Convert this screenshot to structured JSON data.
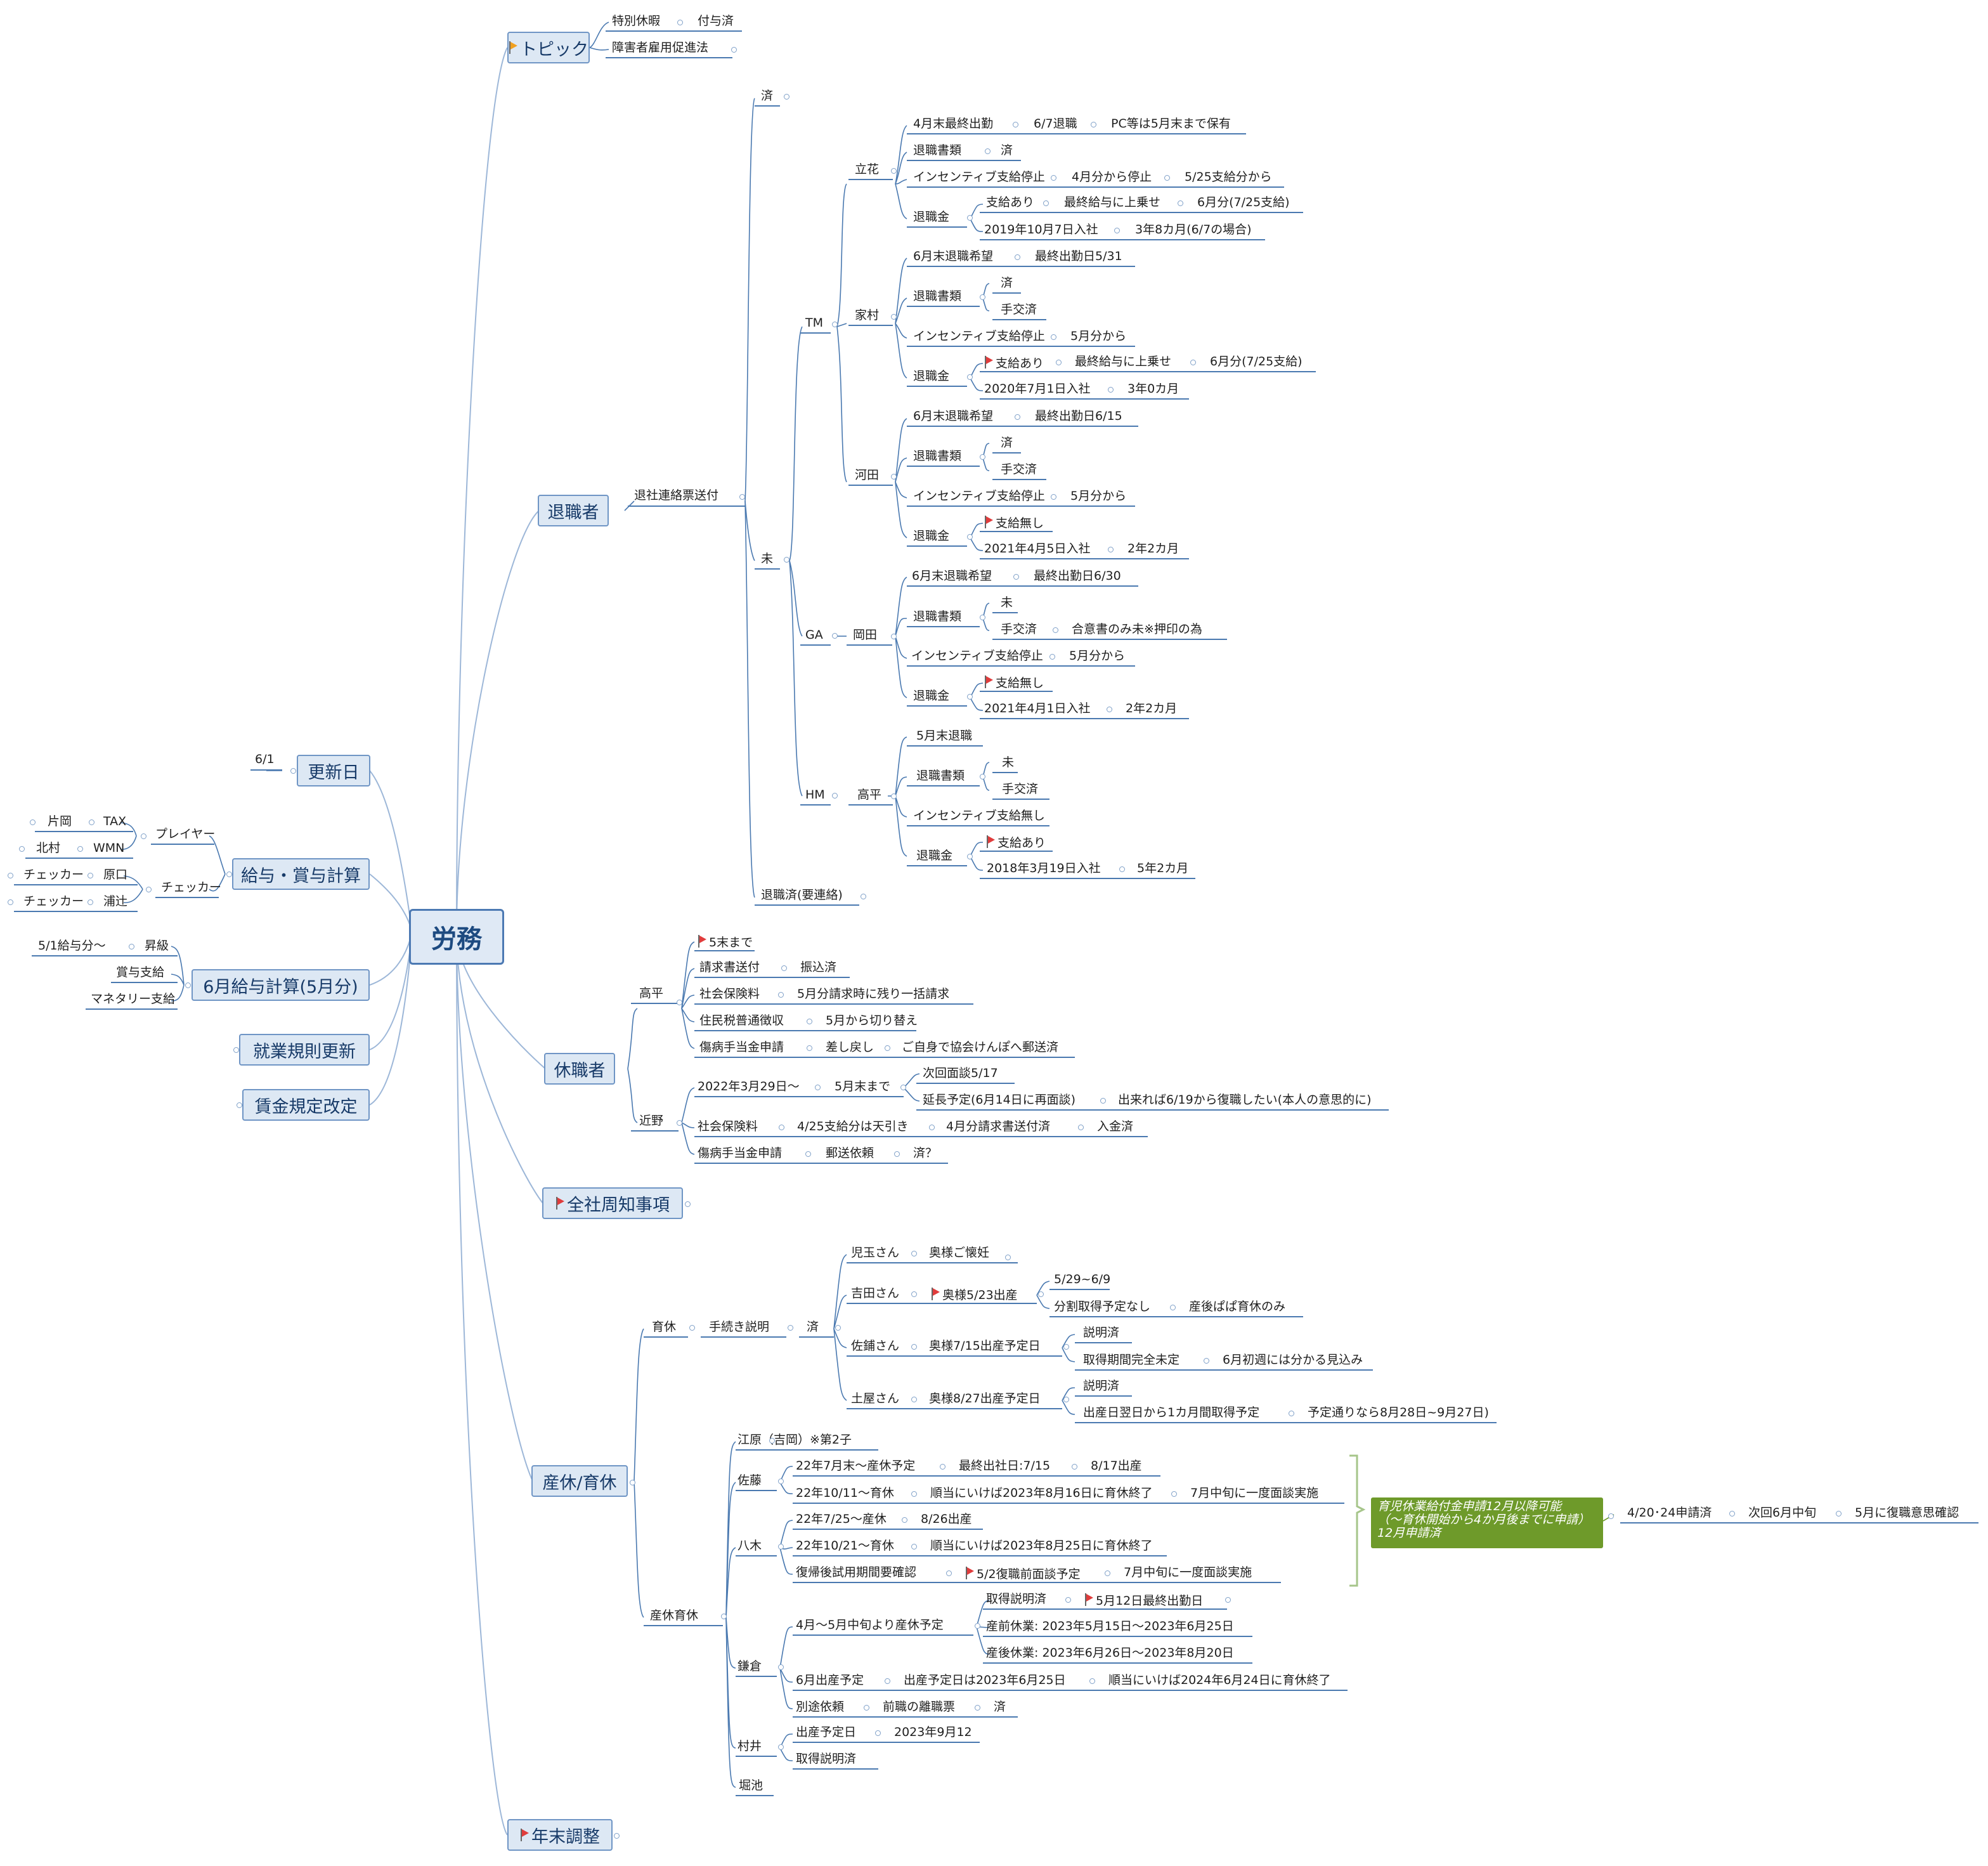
{
  "colors": {
    "accent": "#4a79b0",
    "topic_fill": "#dde8f4",
    "callout_fill": "#6e9a2a",
    "flag_red": "#e03c3c",
    "flag_orange": "#f0a020"
  },
  "center": "労務",
  "right_topics": {
    "topic": "トピック",
    "retirees": "退職者",
    "leave": "休職者",
    "notice": "全社周知事項",
    "maternity": "産休/育休",
    "year_end": "年末調整"
  },
  "left_topics": {
    "update_date": "更新日",
    "payroll": "給与・賞与計算",
    "june_payroll": "6月給与計算(5月分)",
    "rules_update": "就業規則更新",
    "wage_rules": "賃金規定改定"
  },
  "topic_items": [
    "特別休暇",
    "付与済",
    "障害者雇用促進法"
  ],
  "left_items": {
    "update_date": "6/1",
    "player": "プレイヤー",
    "katagiri": "片岡",
    "tax": "TAX",
    "kitamura": "北村",
    "wmn": "WMN",
    "checker": "チェッカー",
    "checker1": "チェッカー",
    "haraguchi": "原口",
    "checker2": "チェッカー",
    "uratsuji": "浦辻",
    "june1": "5/1給与分〜",
    "june1b": "昇級",
    "june2": "賞与支給",
    "june3": "マネタリー支給"
  },
  "retirees": {
    "r0": "退社連絡票送付",
    "done": "済",
    "notyet": "未",
    "retired_contact": "退職済(要連絡)",
    "tm": "TM",
    "ga": "GA",
    "hm": "HM",
    "tachibana": "立花",
    "ta1": "4月末最終出勤",
    "ta1b": "6/7退職",
    "ta1c": "PC等は5月末まで保有",
    "ta2": "退職書類",
    "ta2b": "済",
    "ta3": "インセンティブ支給停止",
    "ta3b": "4月分から停止",
    "ta3c": "5/25支給分から",
    "ta4": "退職金",
    "ta4a": "支給あり",
    "ta4b": "最終給与に上乗せ",
    "ta4c": "6月分(7/25支給)",
    "ta4d": "2019年10月7日入社",
    "ta4e": "3年8カ月(6/7の場合)",
    "iemura": "家村",
    "ie1": "6月末退職希望",
    "ie1b": "最終出勤日5/31",
    "ie2": "退職書類",
    "ie2a": "済",
    "ie2b": "手交済",
    "ie3": "インセンティブ支給停止",
    "ie3b": "5月分から",
    "ie4": "退職金",
    "ie4a": "支給あり",
    "ie4b": "最終給与に上乗せ",
    "ie4c": "6月分(7/25支給)",
    "ie4d": "2020年7月1日入社",
    "ie4e": "3年0カ月",
    "kawada": "河田",
    "ka1": "6月末退職希望",
    "ka1b": "最終出勤日6/15",
    "ka2": "退職書類",
    "ka2a": "済",
    "ka2b": "手交済",
    "ka3": "インセンティブ支給停止",
    "ka3b": "5月分から",
    "ka4": "退職金",
    "ka4a": "支給無し",
    "ka4d": "2021年4月5日入社",
    "ka4e": "2年2カ月",
    "okada": "岡田",
    "ok1": "6月末退職希望",
    "ok1b": "最終出勤日6/30",
    "ok2": "退職書類",
    "ok2a": "未",
    "ok2b": "手交済",
    "ok2c": "合意書のみ未※押印の為",
    "ok3": "インセンティブ支給停止",
    "ok3b": "5月分から",
    "ok4": "退職金",
    "ok4a": "支給無し",
    "ok4d": "2021年4月1日入社",
    "ok4e": "2年2カ月",
    "takahira": "高平",
    "tk1": "5月末退職",
    "tk2": "退職書類",
    "tk2a": "未",
    "tk2b": "手交済",
    "tk3": "インセンティブ支給無し",
    "tk4": "退職金",
    "tk4a": "支給あり",
    "tk4d": "2018年3月19日入社",
    "tk4e": "5年2カ月"
  },
  "leave": {
    "takahira": "高平",
    "t1": "5末まで",
    "t2": "請求書送付",
    "t2b": "振込済",
    "t3": "社会保険料",
    "t3b": "5月分請求時に残り一括請求",
    "t4": "住民税普通徴収",
    "t4b": "5月から切り替え",
    "t5": "傷病手当金申請",
    "t5b": "差し戻し",
    "t5c": "ご自身で協会けんぽへ郵送済",
    "konno": "近野",
    "k1": "2022年3月29日〜",
    "k1b": "5月末まで",
    "k1c": "次回面談5/17",
    "k1d": "延長予定(6月14日に再面談)",
    "k1e": "出来れば6/19から復職したい(本人の意思的に)",
    "k2": "社会保険料",
    "k2b": "4/25支給分は天引き",
    "k2c": "4月分請求書送付済",
    "k2d": "入金済",
    "k3": "傷病手当金申請",
    "k3b": "郵送依頼",
    "k3c": "済？"
  },
  "maternity": {
    "ikukyu": "育休",
    "procedure": "手続き説明",
    "done": "済",
    "kodama": "児玉さん",
    "kodama_b": "奥様ご懐妊",
    "yoshida": "吉田さん",
    "yoshida_b": "奥様5/23出産",
    "yoshida_c": "5/29~6/9",
    "yoshida_d": "分割取得予定なし",
    "yoshida_e": "産後ぱぱ育休のみ",
    "sasuke": "佐鋪さん",
    "sasuke_b": "奥様7/15出産予定日",
    "sasuke_c": "説明済",
    "sasuke_d": "取得期間完全未定",
    "sasuke_e": "6月初週には分かる見込み",
    "tsuchiya": "土屋さん",
    "tsuchiya_b": "奥様8/27出産予定日",
    "tsuchiya_c": "説明済",
    "tsuchiya_d": "出産日翌日から1カ月間取得予定",
    "tsuchiya_e": "予定通りなら8月28日~9月27日)",
    "sankyu": "産休育休",
    "ehara": "江原（吉岡）※第2子",
    "sato": "佐藤",
    "sa1": "22年7月末〜産休予定",
    "sa1b": "最終出社日:7/15",
    "sa1c": "8/17出産",
    "sa2": "22年10/11〜育休",
    "sa2b": "順当にいけば2023年8月16日に育休終了",
    "sa2c": "7月中旬に一度面談実施",
    "yagi": "八木",
    "ya1": "22年7/25〜産休",
    "ya1b": "8/26出産",
    "ya2": "22年10/21〜育休",
    "ya2b": "順当にいけば2023年8月25日に育休終了",
    "ya3": "復帰後試用期間要確認",
    "ya3b": "5/2復職前面談予定",
    "ya3c": "7月中旬に一度面談実施",
    "callout_1": "育児休業給付金申請12月以降可能",
    "callout_2": "（～育休開始から4か月後までに申請）",
    "callout_3": "12月申請済",
    "callout_a": "4/20･24申請済",
    "callout_b": "次回6月中旬",
    "callout_c": "5月に復職意思確認",
    "kamakura": "鎌倉",
    "km1": "4月～5月中旬より産休予定",
    "km1a": "取得説明済",
    "km1b": "5月12日最終出勤日",
    "km1c": "産前休業: 2023年5月15日〜2023年6月25日",
    "km1d": "産後休業: 2023年6月26日〜2023年8月20日",
    "km2": "6月出産予定",
    "km2b": "出産予定日は2023年6月25日",
    "km2c": "順当にいけば2024年6月24日に育休終了",
    "km3": "別途依頼",
    "km3b": "前職の離職票",
    "km3c": "済",
    "murai": "村井",
    "mu1": "出産予定日",
    "mu1b": "2023年9月12",
    "mu2": "取得説明済",
    "horiike": "堀池"
  }
}
